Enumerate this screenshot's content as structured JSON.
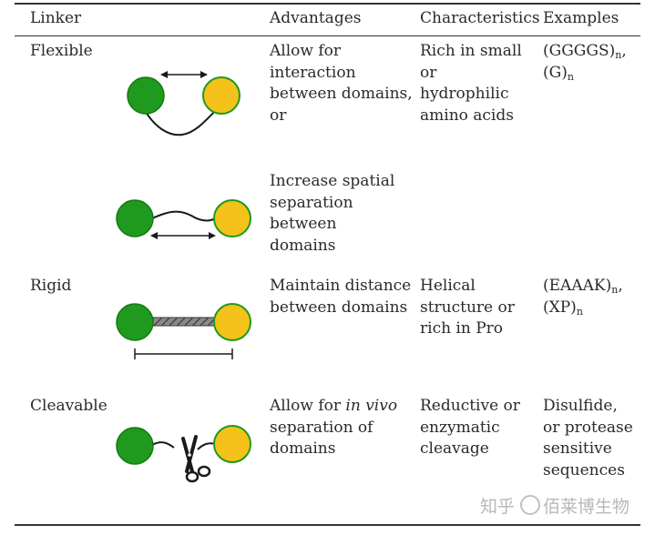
{
  "headers": {
    "linker": "Linker",
    "advantages": "Advantages",
    "characteristics": "Characteristics",
    "examples": "Examples"
  },
  "rows": [
    {
      "linker": "Flexible",
      "advantages_a": [
        "Allow for",
        "interaction",
        "between domains,",
        "or"
      ],
      "advantages_b": [
        "Increase spatial",
        "separation",
        "between",
        "domains"
      ],
      "characteristics": [
        "Rich in small",
        "or",
        "hydrophilic",
        "amino acids"
      ],
      "examples": [
        {
          "text": "(GGGGS)",
          "sub": "n",
          "suffix": ","
        },
        {
          "text": "(G)",
          "sub": "n",
          "suffix": ""
        }
      ]
    },
    {
      "linker": "Rigid",
      "advantages": [
        "Maintain distance",
        "between domains"
      ],
      "characteristics": [
        "Helical",
        "structure or",
        "rich in Pro"
      ],
      "examples": [
        {
          "text": "(EAAAK)",
          "sub": "n",
          "suffix": ","
        },
        {
          "text": "(XP)",
          "sub": "n",
          "suffix": ""
        }
      ]
    },
    {
      "linker": "Cleavable",
      "advantages_prefix": "Allow for ",
      "advantages_italic": "in vivo",
      "advantages_rest": [
        "separation of",
        "domains"
      ],
      "characteristics": [
        "Reductive or",
        "enzymatic",
        "cleavage"
      ],
      "examples": [
        "Disulfide,",
        "or protease",
        "sensitive",
        "sequences"
      ]
    }
  ],
  "watermark": {
    "left": "知乎",
    "right": "佰莱博生物"
  },
  "colors": {
    "green_domain": "#1f9a1f",
    "yellow_domain": "#f4c21a",
    "linker_line": "#1a1a1a",
    "rule": "#333333"
  },
  "icons": [
    "scissors-icon",
    "double-arrow-icon",
    "distance-bar-icon"
  ]
}
